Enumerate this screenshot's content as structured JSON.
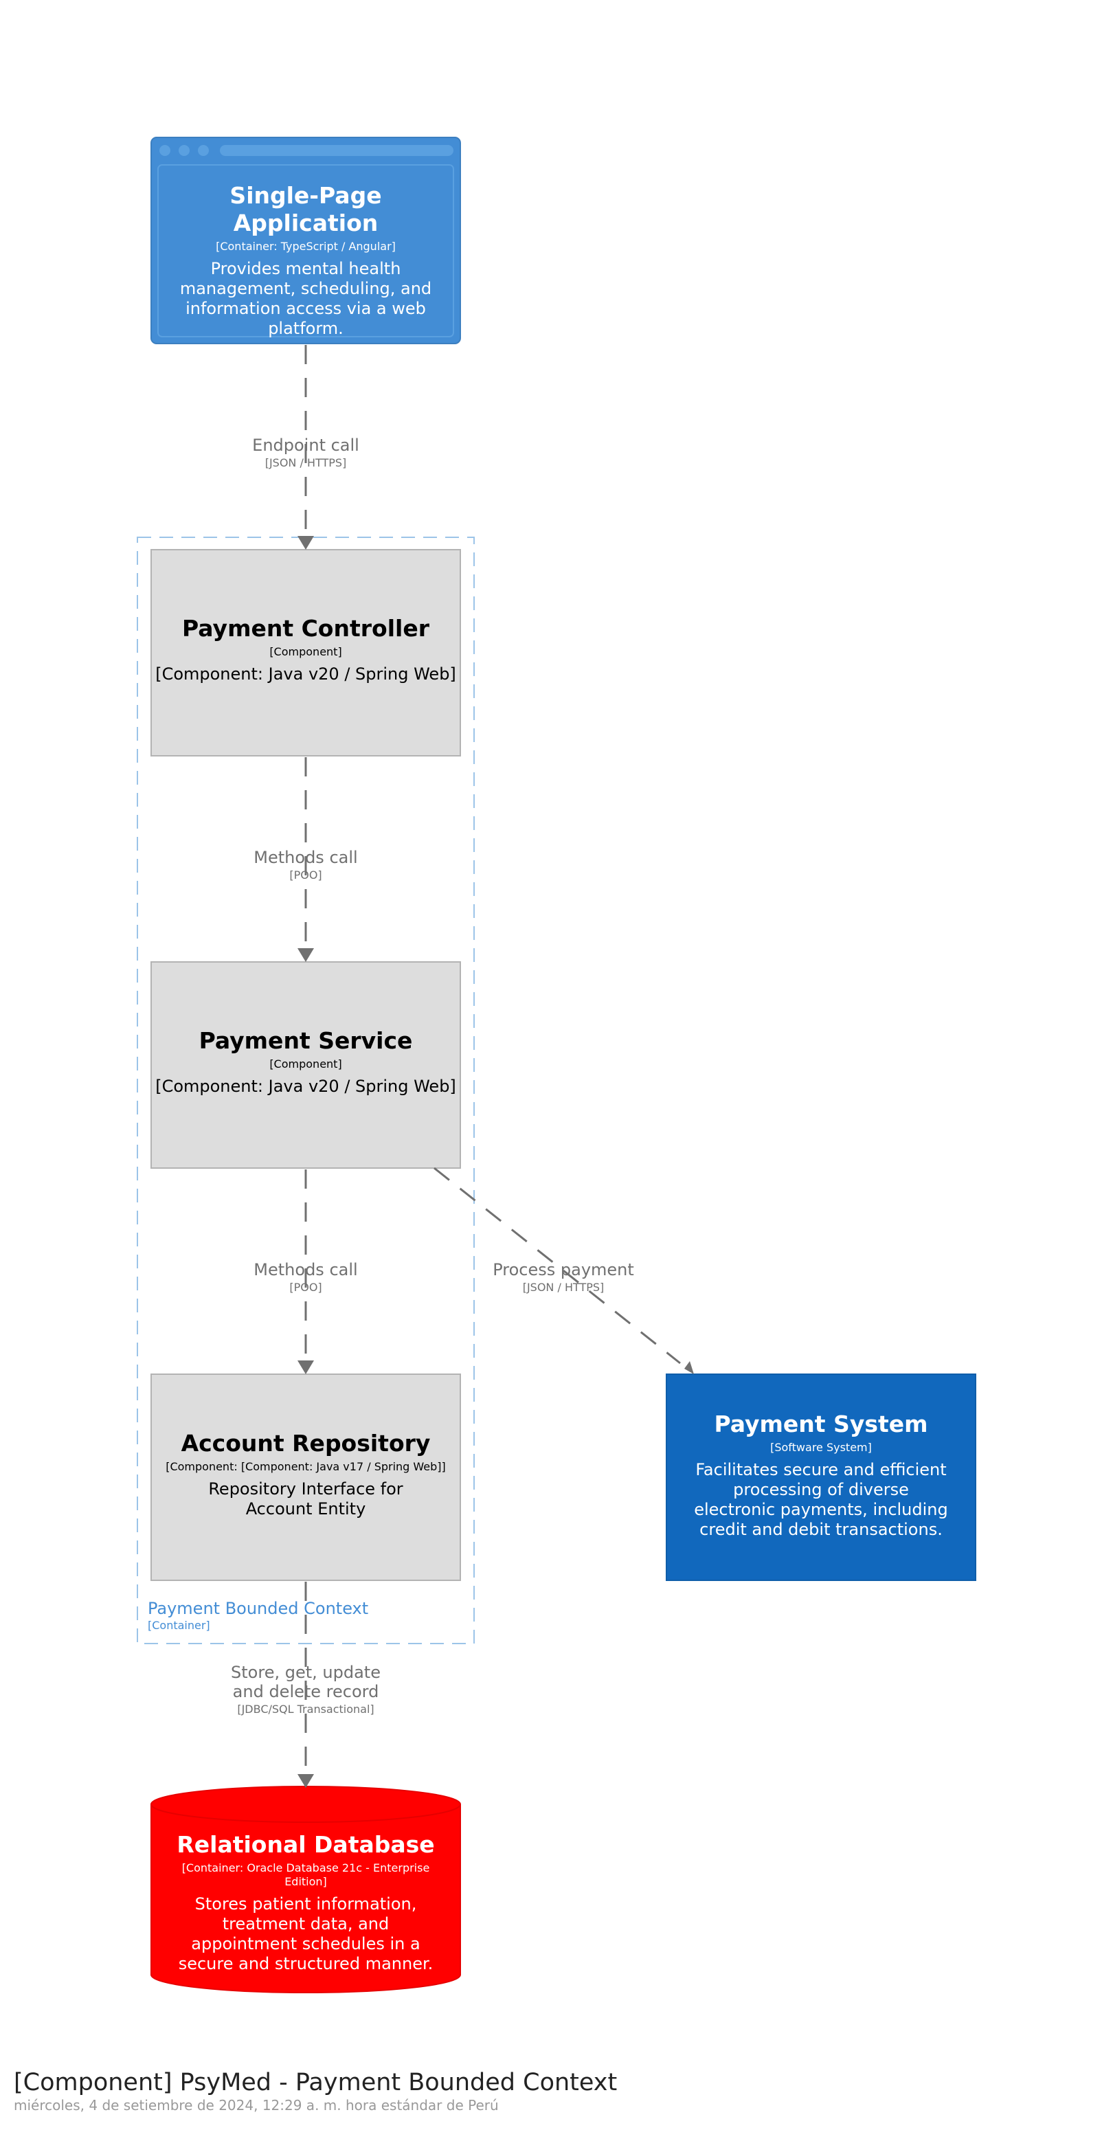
{
  "diagram": {
    "nodes": {
      "spa": {
        "title": "Single-Page Application",
        "tech": "[Container: TypeScript / Angular]",
        "description": "Provides mental health management, scheduling, and information access via a web platform.",
        "fill": "#438dd5",
        "stroke": "#3c7fc0"
      },
      "payment_controller": {
        "title": "Payment Controller",
        "tech": "[Component]",
        "description": "[Component: Java v20 / Spring Web]",
        "fill": "#dddddd",
        "stroke": "#b3b3b3"
      },
      "payment_service": {
        "title": "Payment Service",
        "tech": "[Component]",
        "description": "[Component: Java v20 / Spring Web]",
        "fill": "#dddddd",
        "stroke": "#b3b3b3"
      },
      "account_repository": {
        "title": "Account Repository",
        "tech": "[Component: [Component: Java v17 / Spring Web]]",
        "description": "Repository Interface for Account Entity",
        "fill": "#dddddd",
        "stroke": "#b3b3b3"
      },
      "payment_system": {
        "title": "Payment System",
        "tech": "[Software System]",
        "description": "Facilitates secure and efficient processing of diverse electronic payments, including credit and debit transactions.",
        "fill": "#1168bd",
        "stroke": "#0f5eaa"
      },
      "relational_database": {
        "title": "Relational Database",
        "tech": "[Container: Oracle Database 21c - Enterprise Edition]",
        "description": "Stores patient information, treatment data, and appointment schedules in a secure and structured manner.",
        "fill": "#ff0000",
        "stroke": "#e60000"
      }
    },
    "boundary": {
      "title": "Payment Bounded Context",
      "type": "[Container]",
      "color": "#438dd5",
      "stroke": "#9cc4e8"
    },
    "edges": {
      "spa_to_controller": {
        "label": "Endpoint call",
        "tech": "[JSON / HTTPS]"
      },
      "controller_to_service": {
        "label": "Methods call",
        "tech": "[POO]"
      },
      "service_to_repository": {
        "label": "Methods call",
        "tech": "[POO]"
      },
      "service_to_payment_system": {
        "label": "Process payment",
        "tech": "[JSON / HTTPS]"
      },
      "repository_to_database": {
        "label": "Store, get, update and delete record",
        "tech": "[JDBC/SQL Transactional]"
      }
    },
    "edge_color": "#707070",
    "footer": {
      "title": "[Component] PsyMed - Payment Bounded Context",
      "subtitle": "miércoles, 4 de setiembre de 2024, 12:29 a. m. hora estándar de Perú"
    }
  }
}
